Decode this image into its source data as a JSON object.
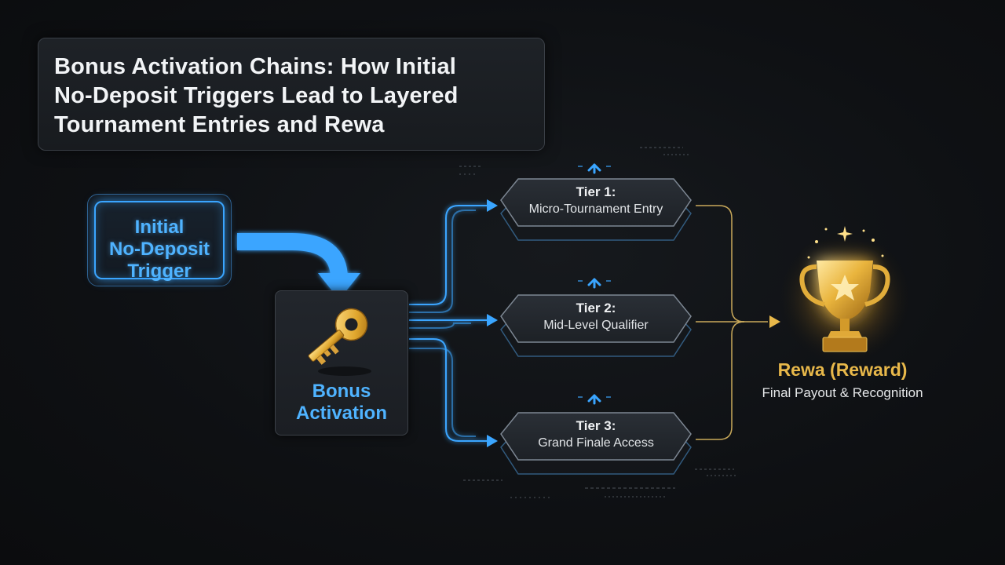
{
  "title": "Bonus Activation Chains: How Initial\nNo-Deposit Triggers Lead to Layered\nTournament Entries and Rewa",
  "trigger": {
    "label": "Initial\nNo-Deposit\nTrigger",
    "icon": "arrow-curve-icon"
  },
  "activation": {
    "label": "Bonus\nActivation",
    "icon": "key-icon"
  },
  "tiers": [
    {
      "title": "Tier 1:",
      "subtitle": "Micro-Tournament Entry"
    },
    {
      "title": "Tier 2:",
      "subtitle": "Mid-Level Qualifier"
    },
    {
      "title": "Tier 3:",
      "subtitle": "Grand Finale Access"
    }
  ],
  "reward": {
    "title": "Rewa (Reward)",
    "subtitle": "Final Payout & Recognition",
    "icon": "trophy-icon"
  },
  "colors": {
    "background": "#0e1013",
    "accent_blue": "#3aa5ff",
    "gold": "#e8b84a",
    "connector_gold": "#c9a95a"
  }
}
